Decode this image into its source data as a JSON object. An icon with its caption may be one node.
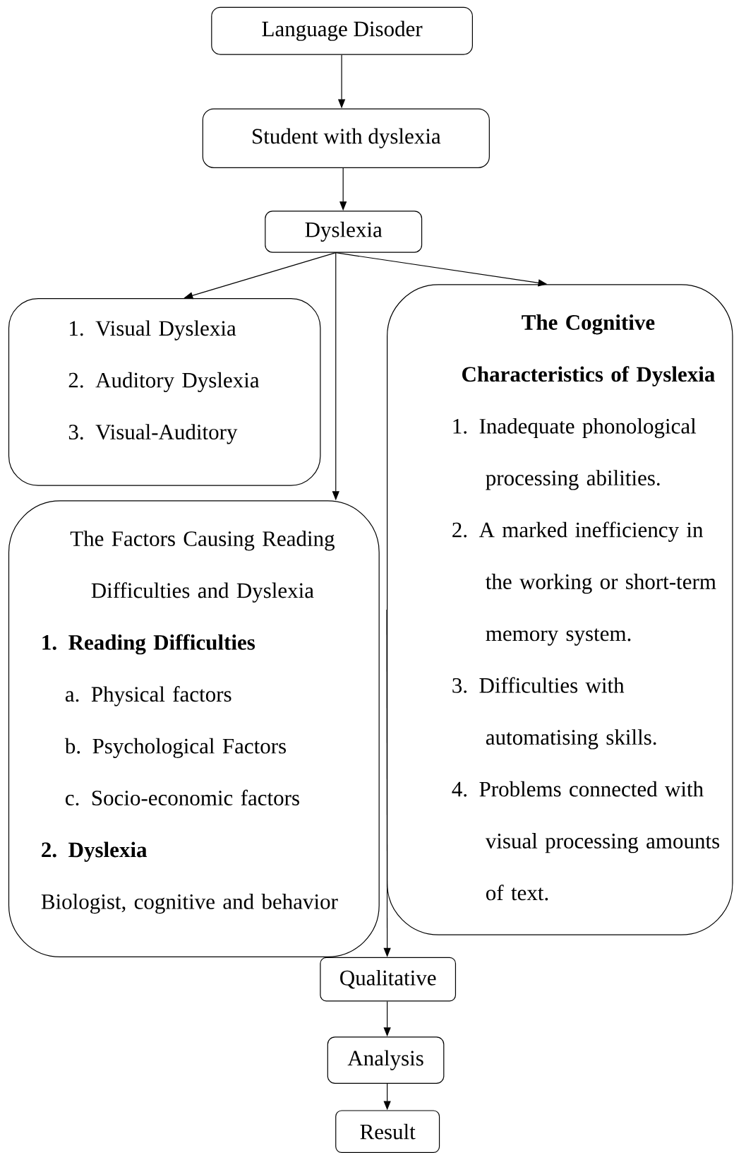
{
  "diagram": {
    "nodes": [
      {
        "text": [
          "Language Disoder"
        ]
      },
      {
        "text": [
          "Student with dyslexia"
        ]
      },
      {
        "text": [
          "Dyslexia"
        ]
      },
      {
        "text": [
          "1. Visual Dyslexia",
          "2. Auditory Dyslexia",
          "3. Visual-Auditory"
        ]
      },
      {
        "text": [
          "The Factors Causing Reading Difficulties and Dyslexia",
          "1. Reading Difficulties",
          "a. Physical factors",
          "b. Psychological Factors",
          "c. Socio-economic factors",
          "2. Dyslexia",
          "Biologist, cognitive and behavior"
        ]
      },
      {
        "text": [
          "The Cognitive Characteristics of Dyslexia",
          "1. Inadequate phonological processing abilities.",
          "2. A marked inefficiency in the working or short-term memory system.",
          "3. Difficulties with automatising skills.",
          "4. Problems connected with visual processing amounts of text."
        ]
      },
      {
        "text": [
          "Qualitative"
        ]
      },
      {
        "text": [
          "Analysis"
        ]
      },
      {
        "text": [
          "Result"
        ]
      }
    ],
    "edges": [
      {
        "from": 0,
        "to": 1,
        "arrow": "to"
      },
      {
        "from": 1,
        "to": 2,
        "arrow": "to"
      },
      {
        "from": 2,
        "to": 3,
        "arrow": "to"
      },
      {
        "from": 2,
        "to": 4,
        "arrow": "to"
      },
      {
        "from": 2,
        "to": 5,
        "arrow": "to"
      },
      {
        "from": 5,
        "to": 6,
        "arrow": "to"
      },
      {
        "from": 6,
        "to": 7,
        "arrow": "to"
      },
      {
        "from": 7,
        "to": 8,
        "arrow": "to"
      }
    ]
  }
}
